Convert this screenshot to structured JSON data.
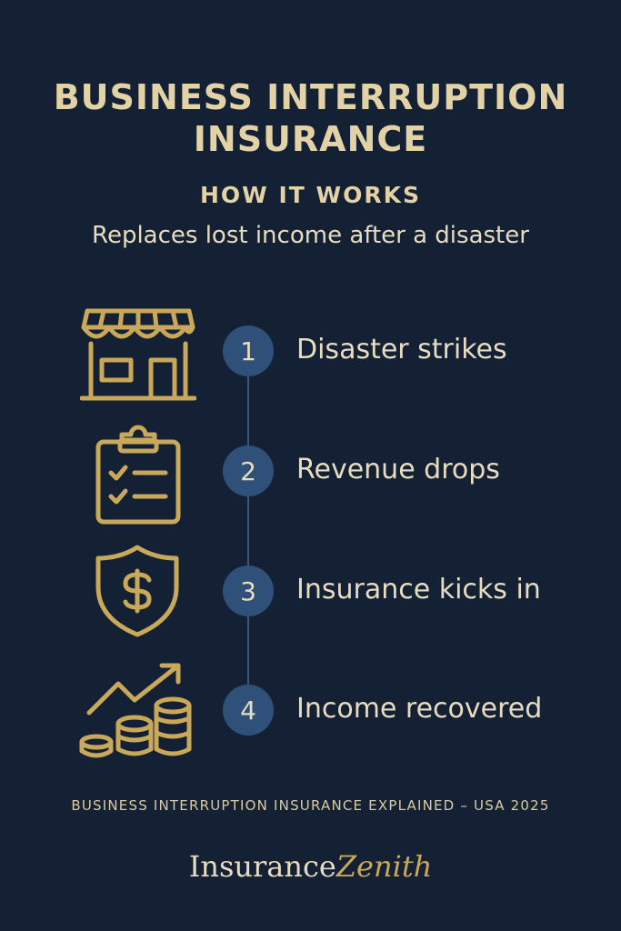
{
  "header": {
    "title_line1": "BUSINESS INTERRUPTION",
    "title_line2": "INSURANCE",
    "subtitle": "HOW IT WORKS",
    "tagline": "Replaces lost income after a disaster"
  },
  "steps": [
    {
      "number": "1",
      "label": "Disaster strikes",
      "icon": "storefront-icon"
    },
    {
      "number": "2",
      "label": "Revenue drops",
      "icon": "clipboard-checklist-icon"
    },
    {
      "number": "3",
      "label": "Insurance kicks in",
      "icon": "shield-dollar-icon"
    },
    {
      "number": "4",
      "label": "Income recovered",
      "icon": "coins-growth-icon"
    }
  ],
  "footer": {
    "note": "BUSINESS INTERRUPTION INSURANCE EXPLAINED – USA 2025",
    "brand_main": "Insurance",
    "brand_accent": "Zenith"
  },
  "colors": {
    "background": "#142033",
    "gold": "#c9a85a",
    "text": "#e7dcc0",
    "circle": "#2e5079"
  }
}
